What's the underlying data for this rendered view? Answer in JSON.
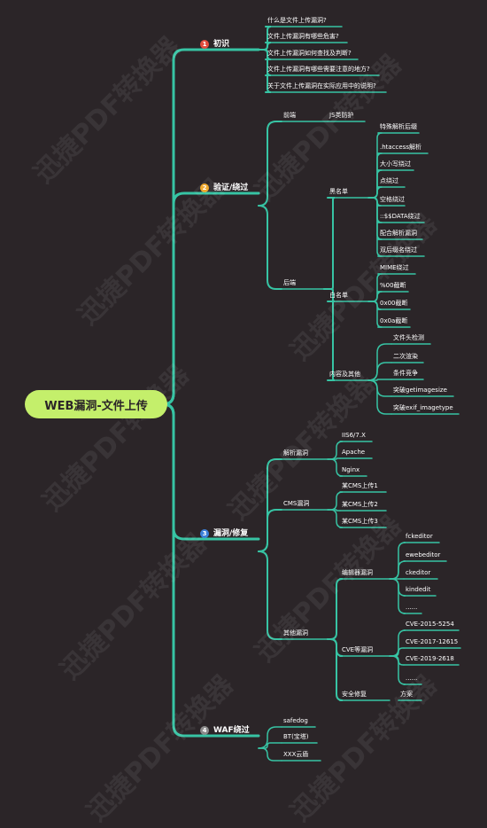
{
  "root": "WEB漏洞-文件上传",
  "watermark": "迅捷PDF转换器",
  "colors": {
    "background": "#2b2528",
    "branch": "#37c4a4",
    "root_fill": "#c4ef6b",
    "badge_red": "#e24b3d",
    "badge_orange": "#f0a92d",
    "badge_blue": "#3b7fd9",
    "badge_gray": "#8a8a8a"
  },
  "branches": [
    {
      "num": "1",
      "label": "初识",
      "color": "badge_red",
      "children": [
        "什么是文件上传漏洞?",
        "文件上传漏洞有哪些危害?",
        "文件上传漏洞如何查找及判断?",
        "文件上传漏洞有哪些需要注意的地方?",
        "关于文件上传漏洞在实际应用中的说明?"
      ]
    },
    {
      "num": "2",
      "label": "验证/绕过",
      "color": "badge_orange",
      "front": {
        "label": "前端",
        "child": "JS类防护"
      },
      "back": {
        "label": "后端",
        "blacklist": {
          "label": "黑名单",
          "items": [
            "特殊解析后缀",
            ".htaccess解析",
            "大小写绕过",
            "点绕过",
            "空格绕过",
            "::$$DATA绕过",
            "配合解析漏洞",
            "双后缀名绕过"
          ]
        },
        "whitelist": {
          "label": "白名单",
          "items": [
            "MIME绕过",
            "%00截断",
            "0x00截断",
            "0x0a截断"
          ]
        },
        "content": {
          "label": "内容及其他",
          "items": [
            "文件头检测",
            "二次渲染",
            "条件竞争",
            "突破getimagesize",
            "突破exif_imagetype"
          ]
        }
      }
    },
    {
      "num": "3",
      "label": "漏洞/修复",
      "color": "badge_blue",
      "parse": {
        "label": "解析漏洞",
        "items": [
          "IIS6/7.X",
          "Apache",
          "Nginx"
        ]
      },
      "cms": {
        "label": "CMS漏洞",
        "items": [
          "某CMS上传1",
          "某CMS上传2",
          "某CMS上传3"
        ]
      },
      "other": {
        "label": "其他漏洞",
        "editor": {
          "label": "编辑器漏洞",
          "items": [
            "fckeditor",
            "ewebeditor",
            "ckeditor",
            "kindedit",
            "......"
          ]
        },
        "cve": {
          "label": "CVE等漏洞",
          "items": [
            "CVE-2015-5254",
            "CVE-2017-12615",
            "CVE-2019-2618",
            "......"
          ]
        },
        "fix": {
          "label": "安全修复",
          "child": "方案"
        }
      }
    },
    {
      "num": "4",
      "label": "WAF绕过",
      "color": "badge_gray",
      "children": [
        "safedog",
        "BT(宝塔)",
        "XXX云盾"
      ]
    }
  ]
}
